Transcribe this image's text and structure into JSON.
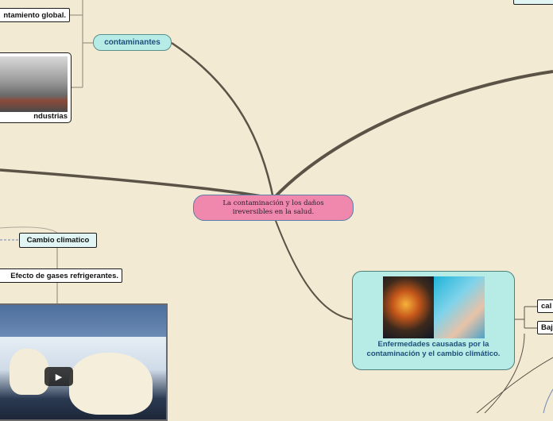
{
  "central": {
    "title": "La contaminación y los daños ireversibles en la salud."
  },
  "topics": {
    "contaminantes": "contaminantes"
  },
  "leaves": {
    "calentamiento": "ntamiento global.",
    "industrias": "ndustrias",
    "cambio_climatico": "Cambio climatico",
    "efecto_gases": "Efecto de gases refrigerantes.",
    "enfermedades": "Enfermedades causadas por la contaminación y el cambio climático.",
    "cal": "cal",
    "baj": "Baj"
  },
  "icons": {
    "play": "▶"
  },
  "colors": {
    "background": "#f2ead3",
    "central": "#f088ad",
    "topic": "#b6ebe6",
    "topic_text": "#1d4f7a",
    "connector": "#5c5347"
  }
}
